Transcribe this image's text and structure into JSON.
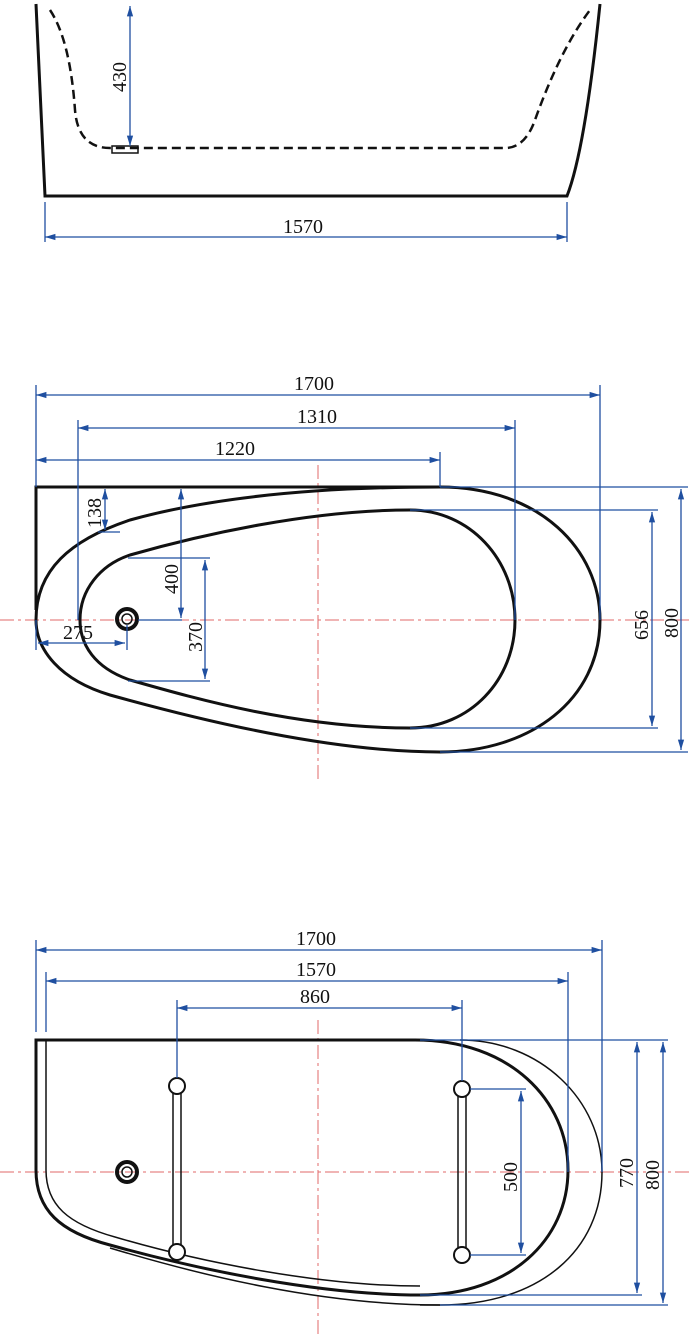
{
  "colors": {
    "outline": "#111111",
    "dimension": "#1f4fa0",
    "centerline": "#e06a6a"
  },
  "side_view": {
    "depth": "430",
    "length": "1570"
  },
  "top_view": {
    "overall_length": "1700",
    "inner_length": "1310",
    "center_offset": "1220",
    "rim_offset": "138",
    "drain_to_rim": "400",
    "drain_x": "275",
    "inner_end_width": "370",
    "inner_width": "656",
    "overall_width": "800"
  },
  "bottom_view": {
    "overall_length": "1700",
    "length": "1570",
    "handle_spacing": "860",
    "handle_length": "500",
    "width_inner": "770",
    "overall_width": "800"
  }
}
